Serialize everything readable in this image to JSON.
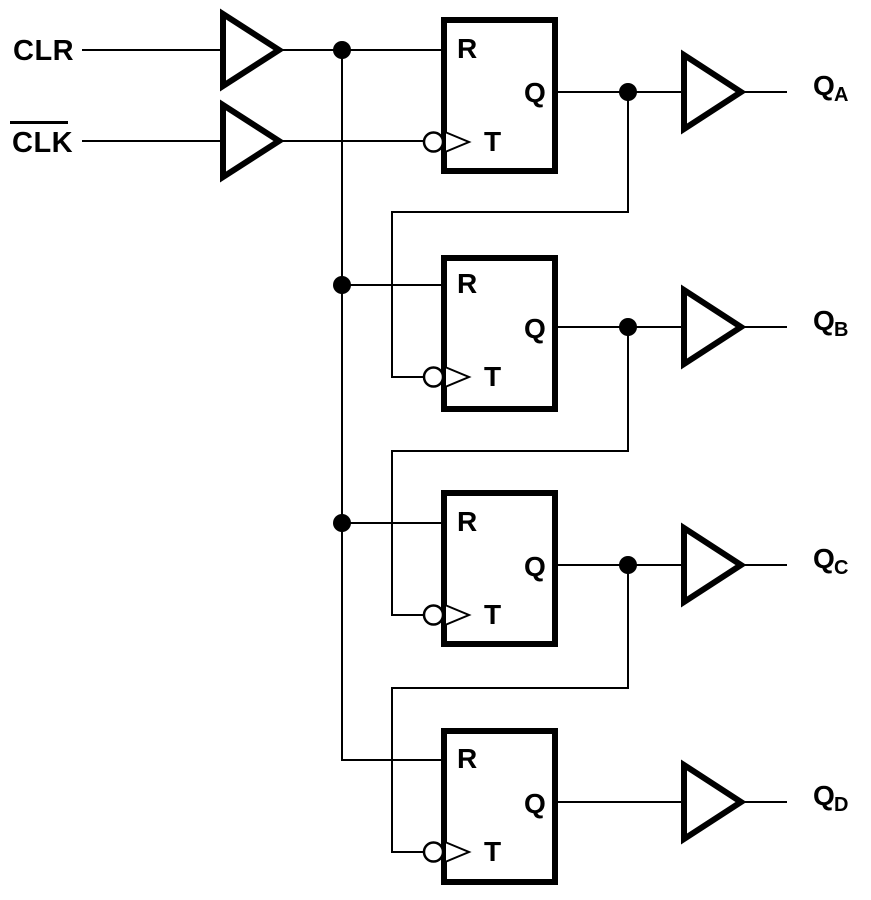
{
  "diagram": {
    "type": "logic-circuit",
    "description": "4-bit ripple counter built from T flip-flops",
    "colors": {
      "background": "#ffffff",
      "line": "#000000"
    },
    "inputs": {
      "clr": {
        "label": "CLR",
        "overline": false
      },
      "clk": {
        "label": "CLK",
        "overline": true
      }
    },
    "flipflops": [
      {
        "r": "R",
        "q": "Q",
        "t": "T"
      },
      {
        "r": "R",
        "q": "Q",
        "t": "T"
      },
      {
        "r": "R",
        "q": "Q",
        "t": "T"
      },
      {
        "r": "R",
        "q": "Q",
        "t": "T"
      }
    ],
    "outputs": [
      {
        "main": "Q",
        "sub": "A"
      },
      {
        "main": "Q",
        "sub": "B"
      },
      {
        "main": "Q",
        "sub": "C"
      },
      {
        "main": "Q",
        "sub": "D"
      }
    ]
  }
}
